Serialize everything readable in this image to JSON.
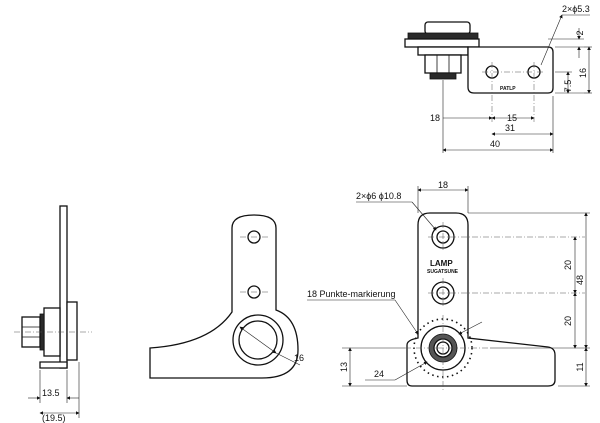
{
  "top_view": {
    "hole_callout": "2×ϕ5.3",
    "dim_2": "2",
    "dim_16": "16",
    "dim_7_5": "7.5",
    "dim_18": "18",
    "dim_15": "15",
    "dim_31": "31",
    "dim_40": "40",
    "stamp": "PATLP"
  },
  "side_view": {
    "dim_13_5": "13.5",
    "dim_19_5": "(19.5)"
  },
  "middle_view": {
    "dim_16": "16"
  },
  "front_view": {
    "dim_18": "18",
    "hole_callout": "2×ϕ6 ϕ10.8",
    "marking_label": "18 Punkte-markierung",
    "brand": "LAMP",
    "brand_sub": "SUGATSUNE",
    "dim_20a": "20",
    "dim_20b": "20",
    "dim_48": "48",
    "dim_13": "13",
    "dim_11": "11",
    "dim_24": "24"
  }
}
